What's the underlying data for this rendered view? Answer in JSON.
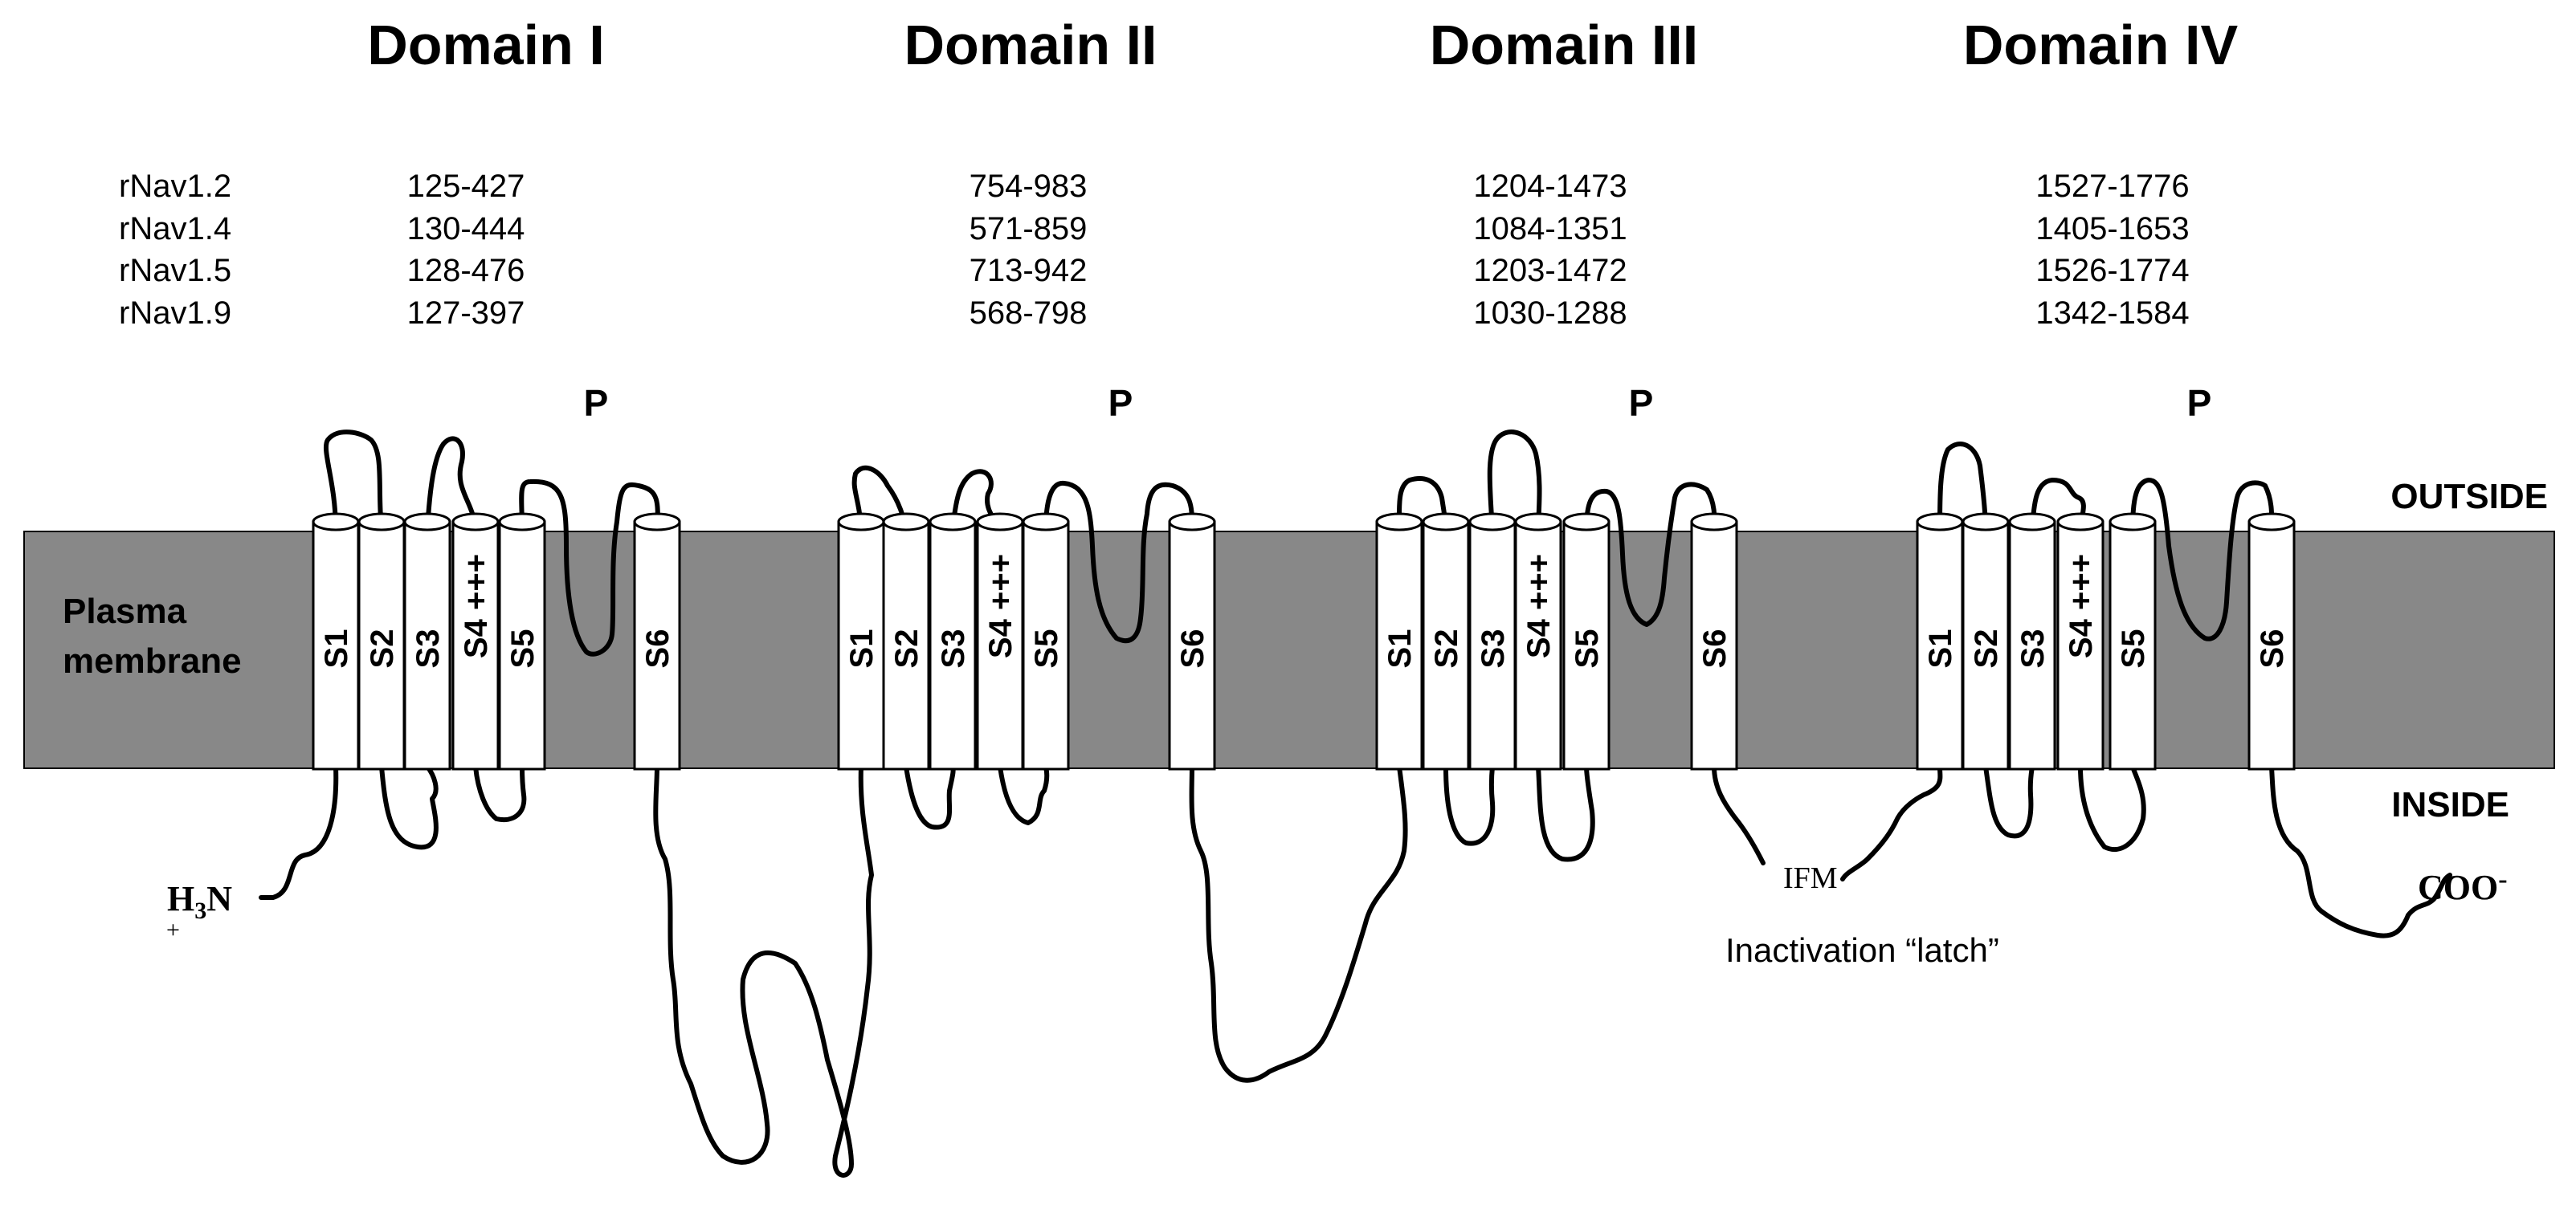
{
  "domains": [
    {
      "title": "Domain I",
      "p_label": "P",
      "segments": [
        "S1",
        "S2",
        "S3",
        "S4",
        "S5",
        "S6"
      ],
      "s4_charges": "+++"
    },
    {
      "title": "Domain II",
      "p_label": "P",
      "segments": [
        "S1",
        "S2",
        "S3",
        "S4",
        "S5",
        "S6"
      ],
      "s4_charges": "+++"
    },
    {
      "title": "Domain III",
      "p_label": "P",
      "segments": [
        "S1",
        "S2",
        "S3",
        "S4",
        "S5",
        "S6"
      ],
      "s4_charges": "+++"
    },
    {
      "title": "Domain IV",
      "p_label": "P",
      "segments": [
        "S1",
        "S2",
        "S3",
        "S4",
        "S5",
        "S6"
      ],
      "s4_charges": "+++"
    }
  ],
  "channels": [
    {
      "name": "rNav1.2",
      "ranges": [
        "125-427",
        "754-983",
        "1204-1473",
        "1527-1776"
      ]
    },
    {
      "name": "rNav1.4",
      "ranges": [
        "130-444",
        "571-859",
        "1084-1351",
        "1405-1653"
      ]
    },
    {
      "name": "rNav1.5",
      "ranges": [
        "128-476",
        "713-942",
        "1203-1472",
        "1526-1774"
      ]
    },
    {
      "name": "rNav1.9",
      "ranges": [
        "127-397",
        "568-798",
        "1030-1288",
        "1342-1584"
      ]
    }
  ],
  "membrane": {
    "line1": "Plasma",
    "line2": "membrane",
    "outside": "OUTSIDE",
    "inside": "INSIDE",
    "color": "#888888"
  },
  "termini": {
    "n_main": "H",
    "n_sub": "3",
    "n_end": "N",
    "n_charge": "+",
    "c_main": "COO",
    "c_charge": "-"
  },
  "inactivation": {
    "motif": "IFM",
    "caption": "Inactivation “latch”"
  }
}
